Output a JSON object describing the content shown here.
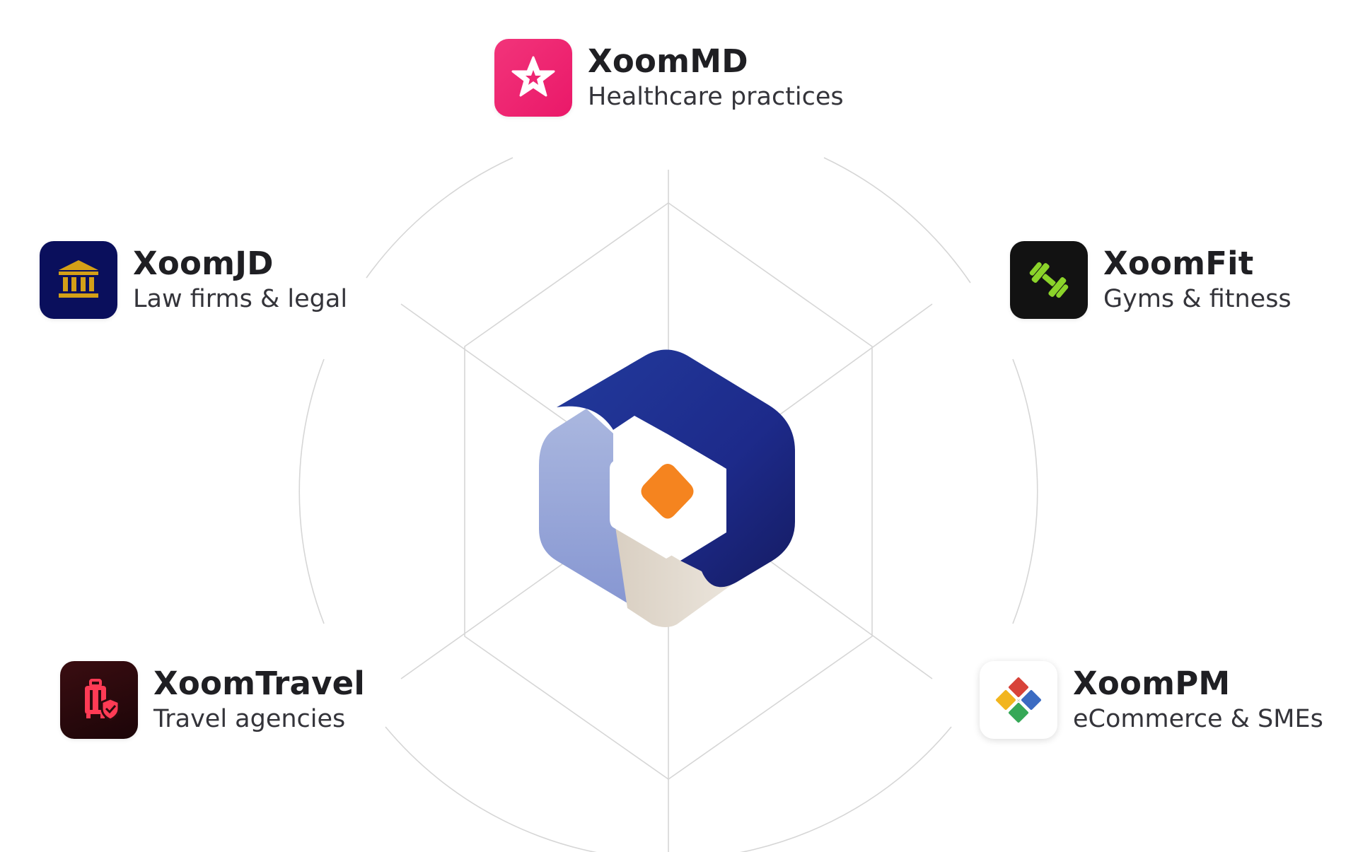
{
  "hub": {
    "logo_icon": "hexagon-hub-logo",
    "logo_colors": {
      "dark_blue": "#1c2a86",
      "light_blue": "#9aaad9",
      "beige": "#e3dacd",
      "orange": "#f5841f"
    }
  },
  "products": [
    {
      "name": "XoomMD",
      "tagline": "Healthcare practices",
      "icon": "star-icon",
      "color": "#ee2673"
    },
    {
      "name": "XoomJD",
      "tagline": "Law firms & legal",
      "icon": "courthouse-icon",
      "color": "#0a0f5c"
    },
    {
      "name": "XoomFit",
      "tagline": "Gyms & fitness",
      "icon": "dumbbell-icon",
      "color": "#121212"
    },
    {
      "name": "XoomTravel",
      "tagline": "Travel agencies",
      "icon": "luggage-shield-icon",
      "color": "#2b0a0e"
    },
    {
      "name": "XoomPM",
      "tagline": "eCommerce & SMEs",
      "icon": "four-diamonds-icon",
      "color": "#ffffff"
    }
  ]
}
